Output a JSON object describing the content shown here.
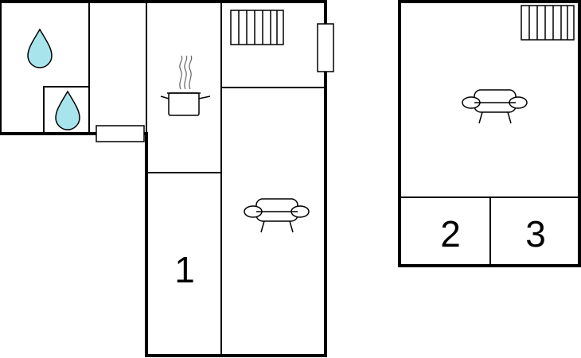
{
  "rooms": {
    "bedroom_1": "1",
    "bedroom_2": "2",
    "bedroom_3": "3"
  },
  "icons": {
    "bathroom": "water-drop-icon",
    "shower": "water-drop-icon",
    "kitchen": "cooking-pot-icon",
    "living_room": "sofa-icon",
    "upper_living_room": "sofa-icon",
    "heating": "radiator-icon"
  },
  "colors": {
    "water": "#a8e4ec",
    "walls": "#000000"
  }
}
